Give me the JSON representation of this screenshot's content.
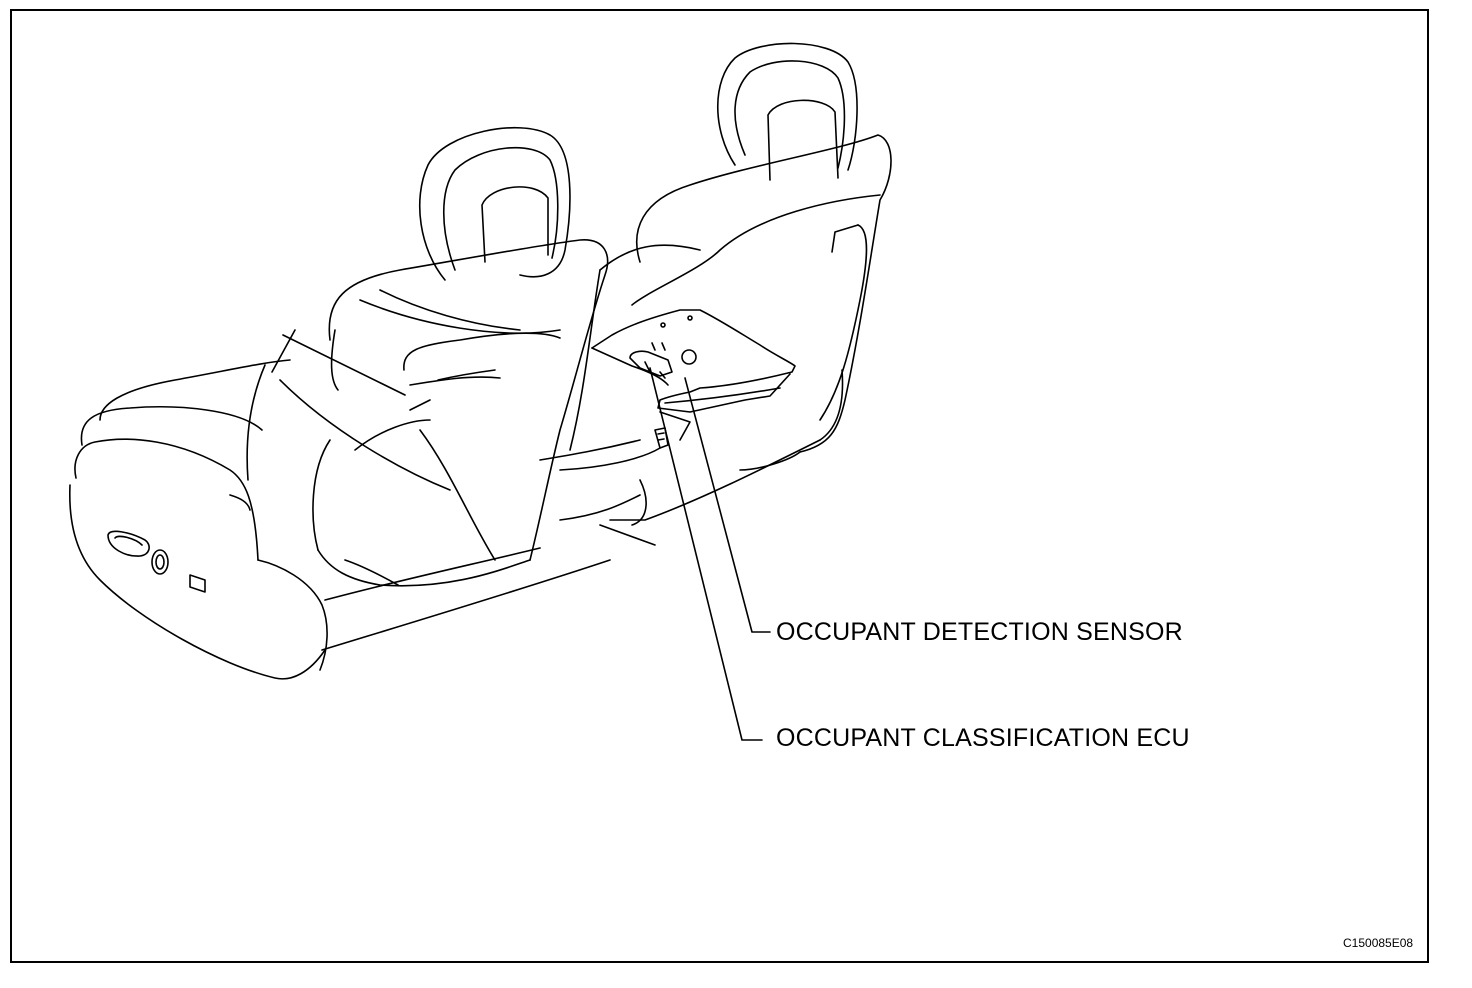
{
  "callouts": [
    {
      "id": "sensor",
      "text": "OCCUPANT DETECTION SENSOR"
    },
    {
      "id": "ecu",
      "text": "OCCUPANT CLASSIFICATION ECU"
    }
  ],
  "figure_code": "C150085E08",
  "colors": {
    "line": "#000000",
    "background": "#ffffff"
  }
}
